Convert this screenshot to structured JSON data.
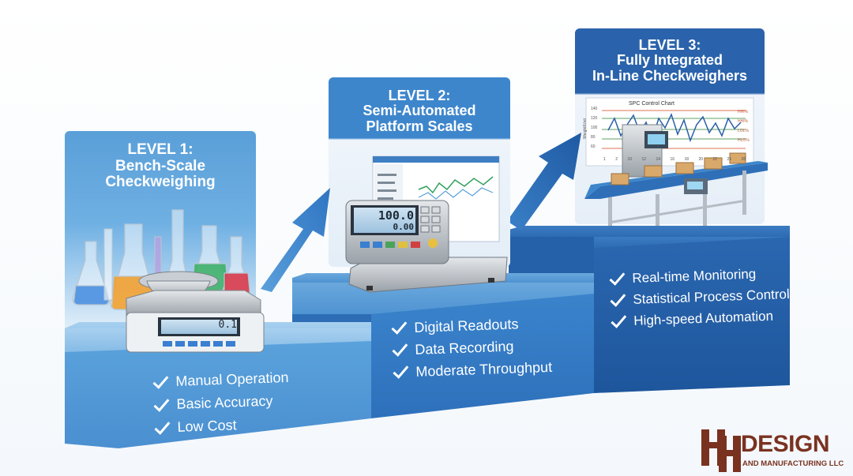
{
  "levels": [
    {
      "title_lines": [
        "LEVEL 1:",
        "Bench-Scale",
        "Checkweighing"
      ],
      "features": [
        "Manual Operation",
        "Basic Accuracy",
        "Low Cost"
      ],
      "scale_display": "0.1"
    },
    {
      "title_lines": [
        "LEVEL 2:",
        "Semi-Automated",
        "Platform Scales"
      ],
      "features": [
        "Digital Readouts",
        "Data Recording",
        "Moderate Throughput"
      ],
      "scale_display_top": "100.0",
      "scale_display_bottom": "0.00"
    },
    {
      "title_lines": [
        "LEVEL 3:",
        "Fully Integrated",
        "In-Line Checkweighers"
      ],
      "features": [
        "Real-time Monitoring",
        "Statistical Process Control",
        "High-speed Automation"
      ],
      "chart_title": "SPC Control Chart",
      "chart_ylabel": "Weight/Unit",
      "chart_yticks": [
        "140",
        "120",
        "100",
        "80",
        "60"
      ],
      "chart_xticks": [
        "1",
        "2",
        "10",
        "12",
        "14",
        "16",
        "18",
        "20",
        "22",
        "25",
        "28"
      ],
      "chart_limit_labels": [
        "HHI%",
        "HHI%",
        "LOL%",
        "HLO%"
      ]
    }
  ],
  "logo": {
    "main": "DESIGN",
    "sub": "AND MANUFACTURING LLC"
  },
  "colors": {
    "level1": "#4a93d2",
    "level2": "#2f74c2",
    "level3": "#1f5aa3",
    "logo": "#7a3220",
    "check": "#ffffff"
  }
}
